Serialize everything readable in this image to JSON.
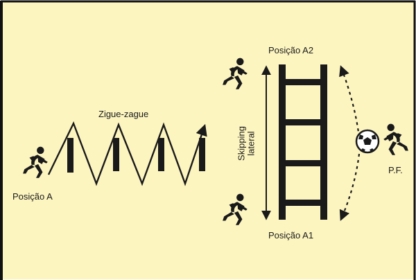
{
  "colors": {
    "field": "#fdf5c0",
    "ink": "#1a1a1a",
    "border": "#111111"
  },
  "labels": {
    "position_a": "Posição A",
    "zigzag": "Zigue-zague",
    "position_a2": "Posição A2",
    "position_a1": "Posição A1",
    "skipping_line1": "Skipping",
    "skipping_line2": "lateral",
    "pf": "P.F."
  },
  "icons": {
    "player": "running-player-icon",
    "ball": "soccer-ball-icon"
  }
}
